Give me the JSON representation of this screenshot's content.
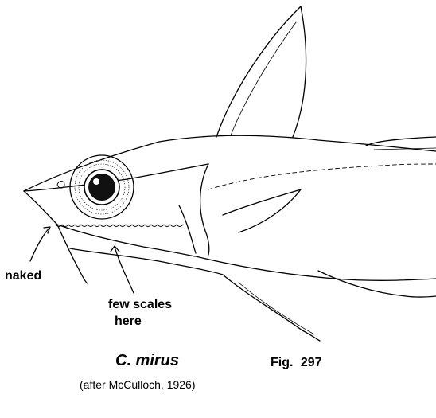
{
  "labels": {
    "naked": "naked",
    "few_scales_line1": "few scales",
    "few_scales_line2": "here"
  },
  "caption": {
    "species": "C. mirus",
    "figure": "Fig.  297",
    "credit": "(after McCulloch, 1926)"
  },
  "icons": {
    "illustration": "fish-head-line-drawing"
  }
}
